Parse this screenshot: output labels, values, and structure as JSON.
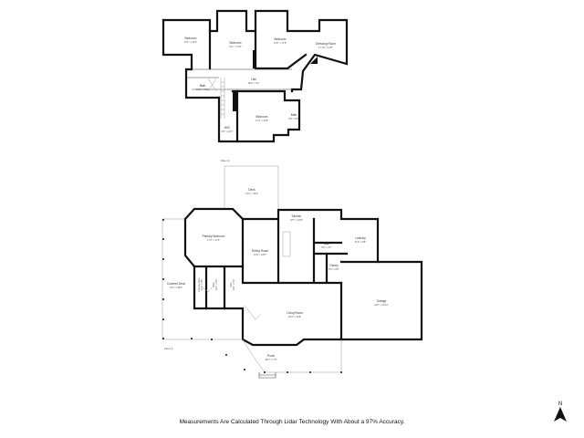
{
  "floor2": {
    "label": "Floor 2",
    "rooms": [
      {
        "name": "Bedroom",
        "dim": "16'2\" x 15'0\""
      },
      {
        "name": "Bedroom",
        "dim": "11'1\" x 17'8\""
      },
      {
        "name": "Bedroom",
        "dim": "13'0\" x 17'8\""
      },
      {
        "name": "Dressing Room",
        "dim": "17'10\" x 13'8\""
      },
      {
        "name": "Hall",
        "dim": "36'8\" x 6'0\""
      },
      {
        "name": "Bath",
        "dim": "10'8\" x 5'11\""
      },
      {
        "name": "Bedroom",
        "dim": "17'4\" x 16'8\""
      },
      {
        "name": "Bath",
        "dim": "9'8\" x 6'3\""
      },
      {
        "name": "WIC",
        "dim": "6'8\" x 12'2\""
      }
    ]
  },
  "floor1": {
    "label": "Floor 1",
    "rooms": [
      {
        "name": "Deck",
        "dim": "14'2\" x 16'0\""
      },
      {
        "name": "Kitchen",
        "dim": "18'7\" x 20'0\""
      },
      {
        "name": "Primary Bedroom",
        "dim": "17'3\" x 17'6\""
      },
      {
        "name": "Dining Room",
        "dim": "11'8\" x 20'0\""
      },
      {
        "name": "Laundry",
        "dim": "11'9\" x 9'8\""
      },
      {
        "name": "Bath",
        "dim": "8'0\" x 4'7\""
      },
      {
        "name": "Pantry",
        "dim": "8'4\" x 8'8\""
      },
      {
        "name": "Covered Deck",
        "dim": "10'4\" x 38'6\""
      },
      {
        "name": "Living Room",
        "dim": "22'4\" x 14'8\""
      },
      {
        "name": "Garage",
        "dim": "24'6\" x 23'11\""
      },
      {
        "name": "Porch",
        "dim": "36'7\" x 7'8\""
      },
      {
        "name": "Primary Bath",
        "dim": "13'4\" x 8'6\""
      },
      {
        "name": "Bath",
        "dim": "10'1\" x 5'0\""
      },
      {
        "name": "WIC",
        "dim": "10'1\" x 5'0\""
      }
    ]
  },
  "footer": "Measurements Are Calculated Through Lidar Technology With About a 97% Accuracy.",
  "compass": {
    "label": "N",
    "icon": "north-arrow-icon"
  }
}
